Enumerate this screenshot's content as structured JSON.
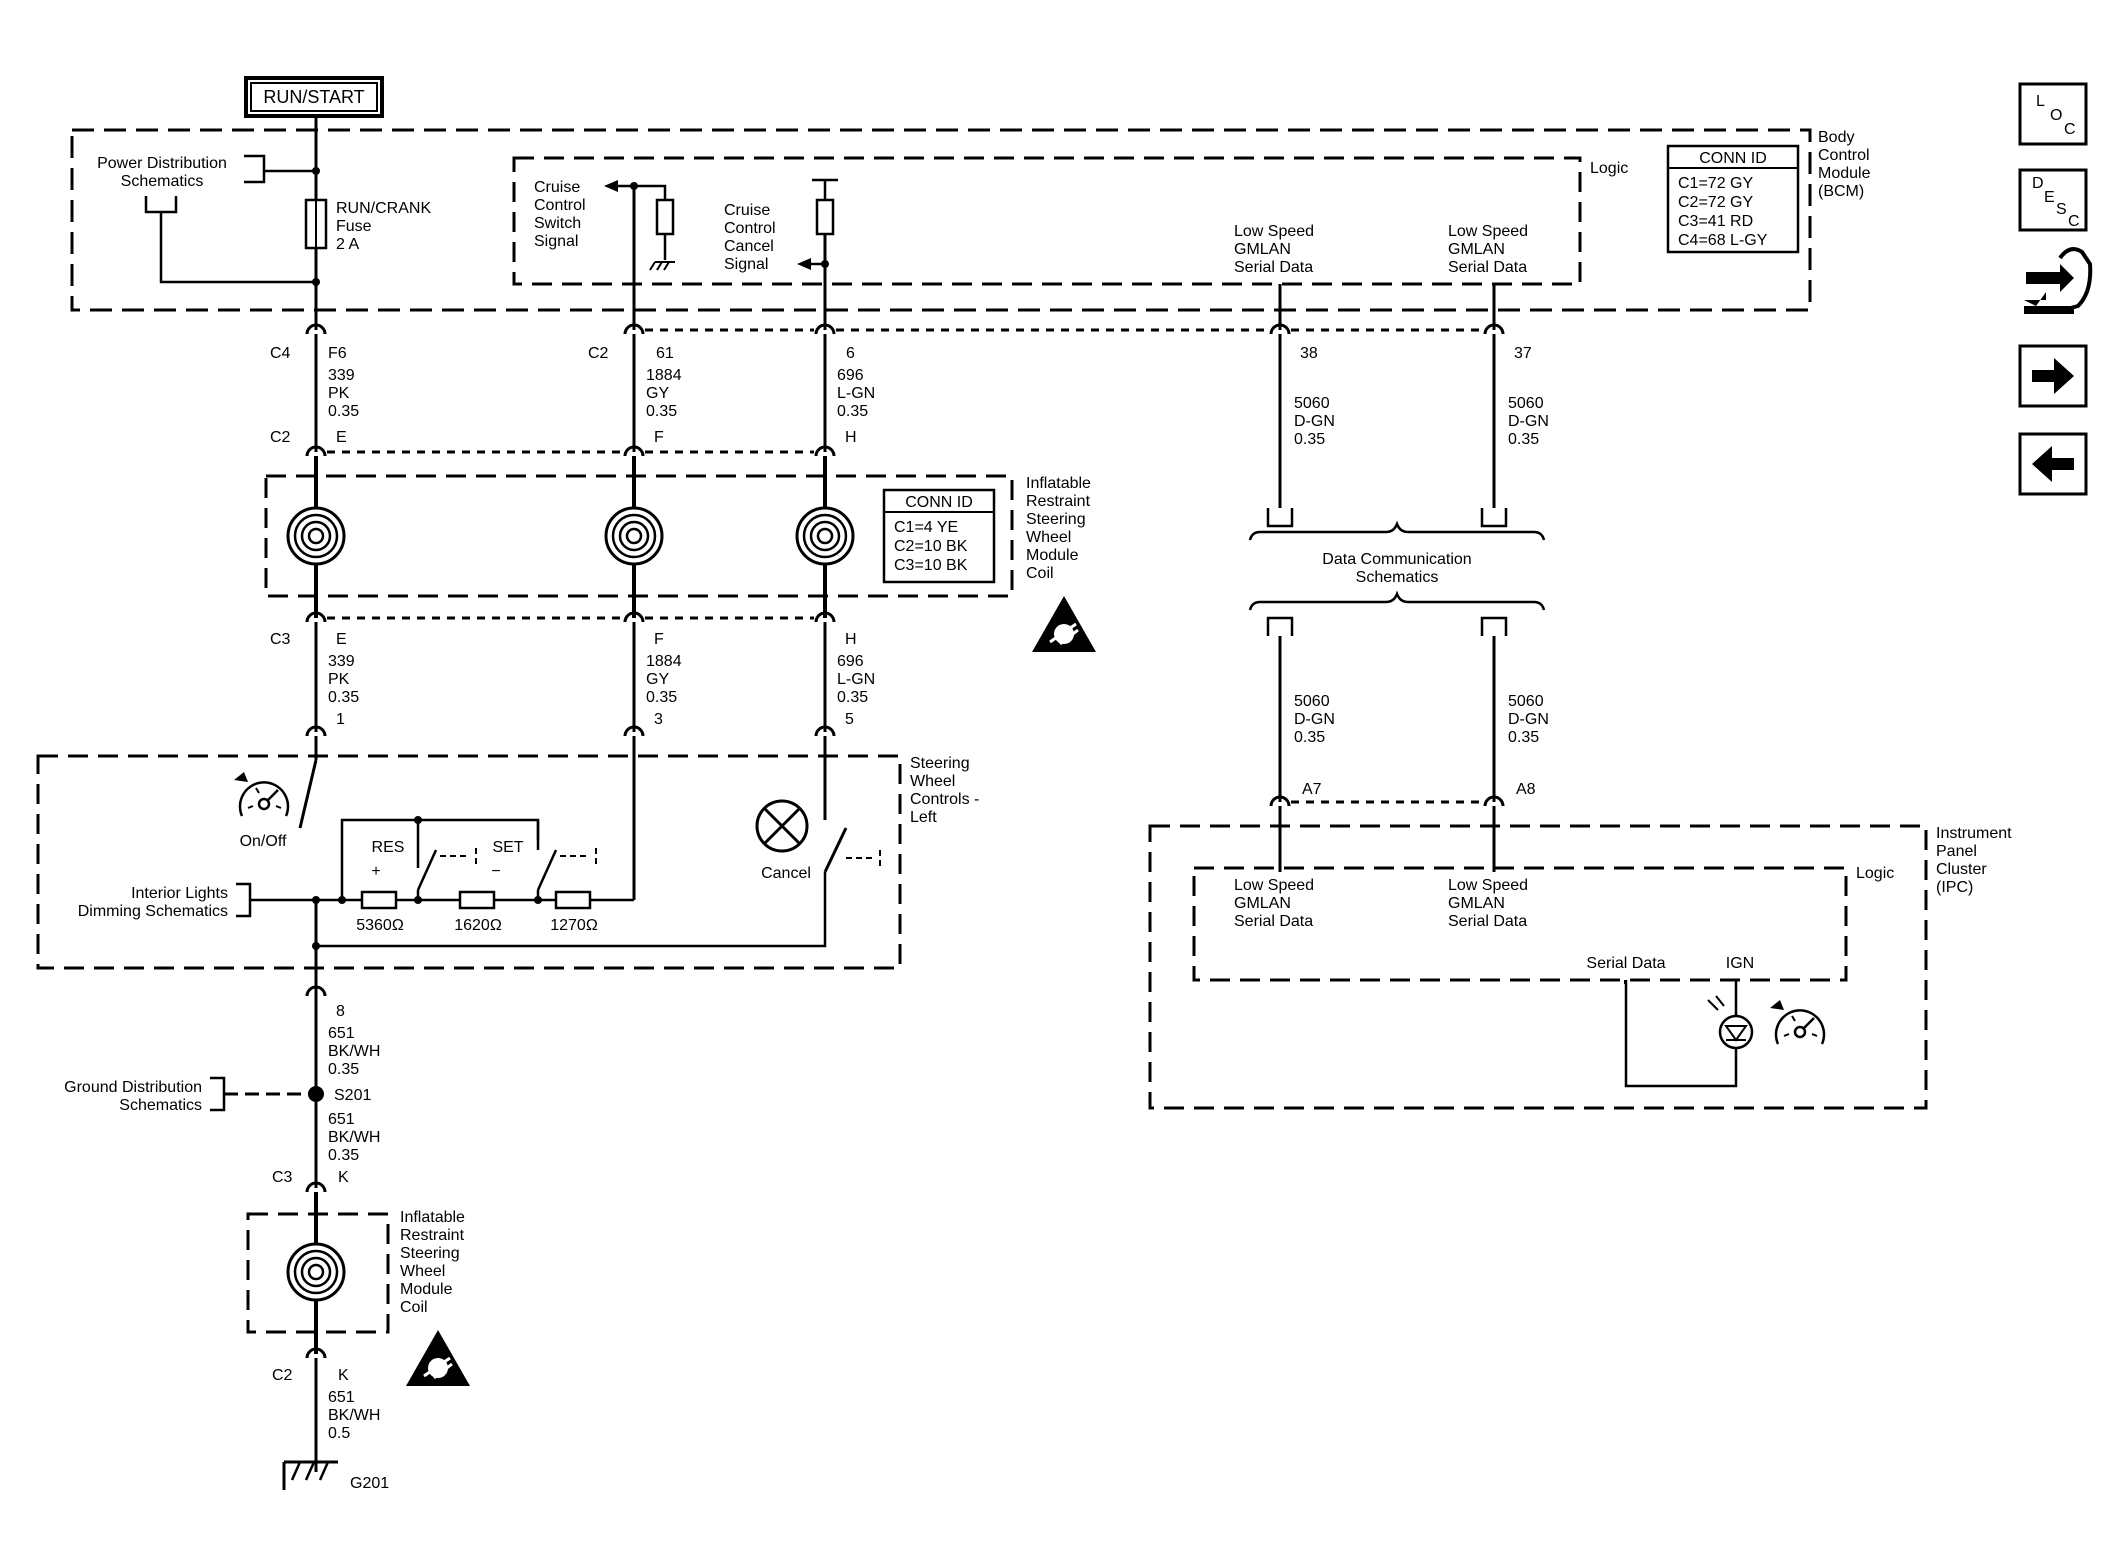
{
  "source": {
    "label": "RUN/START"
  },
  "bcm": {
    "name": [
      "Body",
      "Control",
      "Module",
      "(BCM)"
    ],
    "logic_label": "Logic",
    "power_dist": [
      "Power Distribution",
      "Schematics"
    ],
    "fuse": [
      "RUN/CRANK",
      "Fuse",
      "2 A"
    ],
    "cruise_switch": [
      "Cruise",
      "Control",
      "Switch",
      "Signal"
    ],
    "cruise_cancel": [
      "Cruise",
      "Control",
      "Cancel",
      "Signal"
    ],
    "gmlan_1": [
      "Low Speed",
      "GMLAN",
      "Serial Data"
    ],
    "gmlan_2": [
      "Low Speed",
      "GMLAN",
      "Serial Data"
    ],
    "conn_id_title": "CONN ID",
    "conn_ids": [
      "C1=72 GY",
      "C2=72 GY",
      "C3=41 RD",
      "C4=68 L-GY"
    ]
  },
  "coil_module": {
    "name": [
      "Inflatable",
      "Restraint",
      "Steering",
      "Wheel",
      "Module",
      "Coil"
    ],
    "conn_id_title": "CONN ID",
    "conn_ids": [
      "C1=4 YE",
      "C2=10 BK",
      "C3=10 BK"
    ]
  },
  "wires_top": {
    "c4": "C4",
    "c2_bcm": "C2",
    "c2_coil": "C2",
    "c3_coil": "C3",
    "col1_pin_top": "F6",
    "col1_wire": [
      "339",
      "PK",
      "0.35"
    ],
    "col1_pin_c2": "E",
    "col2_pin_top": "61",
    "col2_wire": [
      "1884",
      "GY",
      "0.35"
    ],
    "col2_pin_c2": "F",
    "col3_pin_top": "6",
    "col3_wire": [
      "696",
      "L-GN",
      "0.35"
    ],
    "col3_pin_c2": "H",
    "col1_pin_c3": "E",
    "col1_wire_b": [
      "339",
      "PK",
      "0.35"
    ],
    "col1_pin_sw": "1",
    "col2_pin_c3": "F",
    "col2_wire_b": [
      "1884",
      "GY",
      "0.35"
    ],
    "col2_pin_sw": "3",
    "col3_pin_c3": "H",
    "col3_wire_b": [
      "696",
      "L-GN",
      "0.35"
    ],
    "col3_pin_sw": "5"
  },
  "gmlan_wires": {
    "pin_38": "38",
    "pin_37": "37",
    "wire_a_top": [
      "5060",
      "D-GN",
      "0.35"
    ],
    "wire_b_top": [
      "5060",
      "D-GN",
      "0.35"
    ],
    "data_comm": [
      "Data Communication",
      "Schematics"
    ],
    "wire_a_bot": [
      "5060",
      "D-GN",
      "0.35"
    ],
    "wire_b_bot": [
      "5060",
      "D-GN",
      "0.35"
    ],
    "pin_a7": "A7",
    "pin_a8": "A8"
  },
  "steering_controls": {
    "name": [
      "Steering",
      "Wheel",
      "Controls -",
      "Left"
    ],
    "on_off": "On/Off",
    "cancel": "Cancel",
    "res": "RES",
    "res_sign": "+",
    "set": "SET",
    "set_sign": "−",
    "r1": "5360Ω",
    "r2": "1620Ω",
    "r3": "1270Ω",
    "interior_lights": [
      "Interior Lights",
      "Dimming Schematics"
    ]
  },
  "ground_path": {
    "pin_8": "8",
    "wire_a": [
      "651",
      "BK/WH",
      "0.35"
    ],
    "splice": "S201",
    "ground_dist": [
      "Ground Distribution",
      "Schematics"
    ],
    "wire_b": [
      "651",
      "BK/WH",
      "0.35"
    ],
    "c3": "C3",
    "k_top": "K",
    "coil_name": [
      "Inflatable",
      "Restraint",
      "Steering",
      "Wheel",
      "Module",
      "Coil"
    ],
    "c2": "C2",
    "k_bot": "K",
    "wire_c": [
      "651",
      "BK/WH",
      "0.5"
    ],
    "ground": "G201"
  },
  "ipc": {
    "name": [
      "Instrument",
      "Panel",
      "Cluster",
      "(IPC)"
    ],
    "logic_label": "Logic",
    "gmlan_1": [
      "Low Speed",
      "GMLAN",
      "Serial Data"
    ],
    "gmlan_2": [
      "Low Speed",
      "GMLAN",
      "Serial Data"
    ],
    "serial_data": "Serial Data",
    "ign": "IGN"
  },
  "nav": {
    "loc": [
      "L",
      "O",
      "C"
    ],
    "desc": [
      "D",
      "E",
      "S",
      "C"
    ],
    "icons": [
      "loc-icon",
      "desc-icon",
      "connector-hand-icon",
      "arrow-right-icon",
      "arrow-left-icon"
    ]
  }
}
